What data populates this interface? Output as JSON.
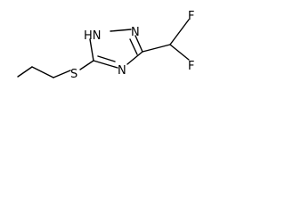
{
  "atoms": {
    "nh": "HN",
    "n_top": "N",
    "n_bottom": "N",
    "sulfur": "S",
    "fluorine_top": "F",
    "fluorine_bottom": "F"
  },
  "colors": {
    "bond": "#000000",
    "label": "#000000",
    "background": "#ffffff"
  }
}
